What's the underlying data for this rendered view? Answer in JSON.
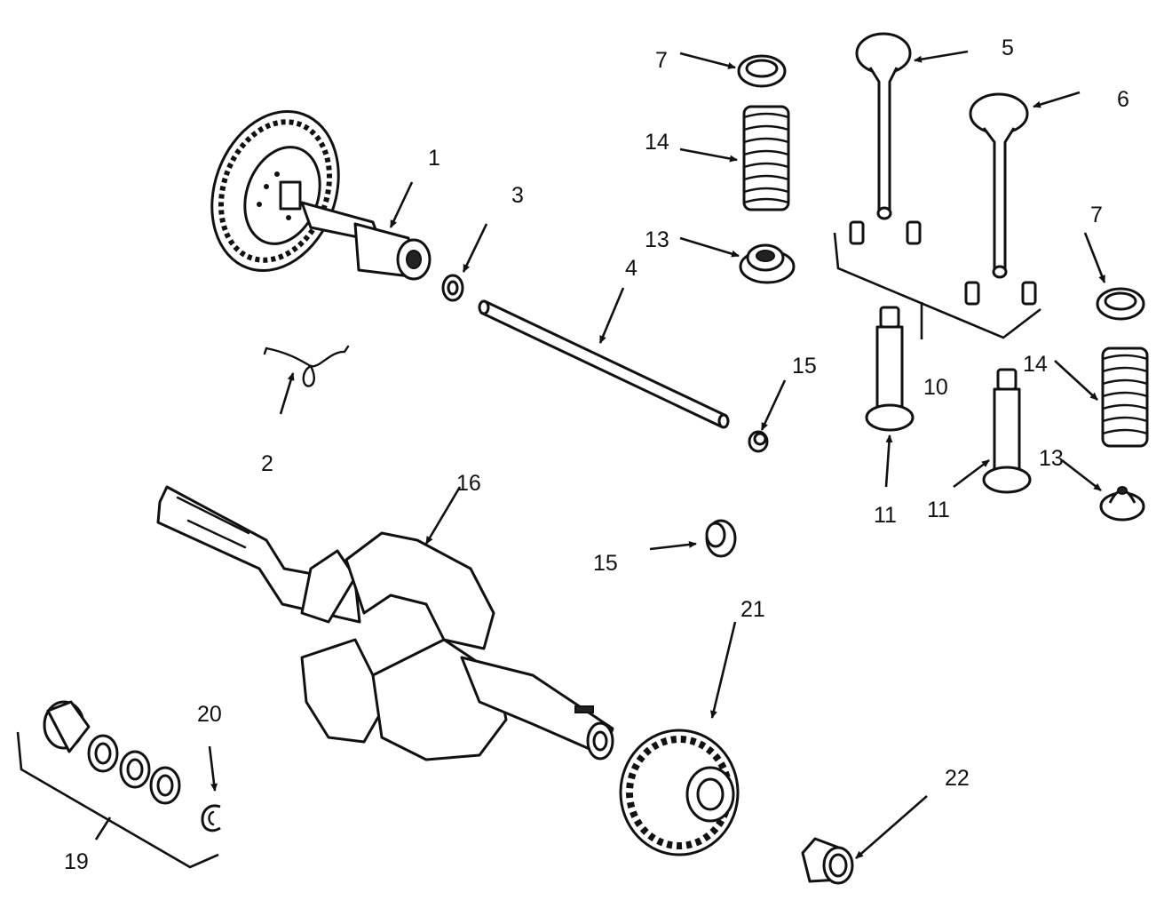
{
  "labels": {
    "l1": "1",
    "l2": "2",
    "l3": "3",
    "l4": "4",
    "l5": "5",
    "l6": "6",
    "l7a": "7",
    "l7b": "7",
    "l10": "10",
    "l11a": "11",
    "l11b": "11",
    "l13a": "13",
    "l13b": "13",
    "l14a": "14",
    "l14b": "14",
    "l15a": "15",
    "l15b": "15",
    "l16": "16",
    "l19": "19",
    "l20": "20",
    "l21": "21",
    "l22": "22"
  }
}
